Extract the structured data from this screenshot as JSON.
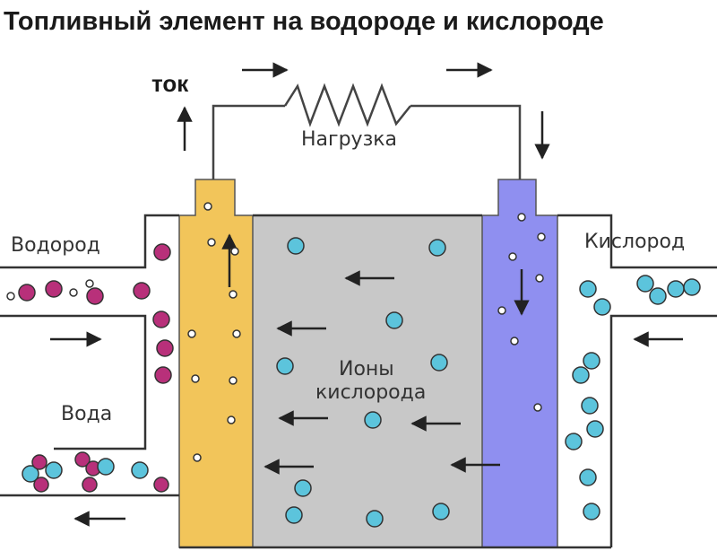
{
  "title": "Топливный элемент на водороде и кислороде",
  "current_label": "ток",
  "load_label": "Нагрузка",
  "hydrogen_label": "Водород",
  "oxygen_label": "Кислород",
  "water_label": "Вода",
  "ions_label_line1": "Ионы",
  "ions_label_line2": "кислорода",
  "colors": {
    "anode": "#f2c55a",
    "cathode": "#8f8ff0",
    "electrolyte": "#c8c8c8",
    "hydrogen_particle": "#b8307a",
    "oxygen_particle": "#5cc4dc",
    "outline": "#222222"
  }
}
